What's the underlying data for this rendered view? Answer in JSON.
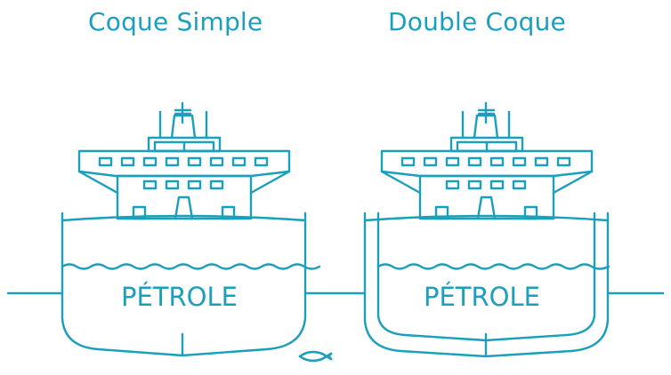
{
  "colors": {
    "stroke": "#1a9fbc",
    "text": "#1a9fbc",
    "background": "#ffffff"
  },
  "titles": {
    "left": "Coque Simple",
    "right": "Double Coque"
  },
  "tanks": {
    "left_label": "PÉTROLE",
    "right_label": "PÉTROLE"
  },
  "icons": {
    "fish": "fish-icon"
  }
}
